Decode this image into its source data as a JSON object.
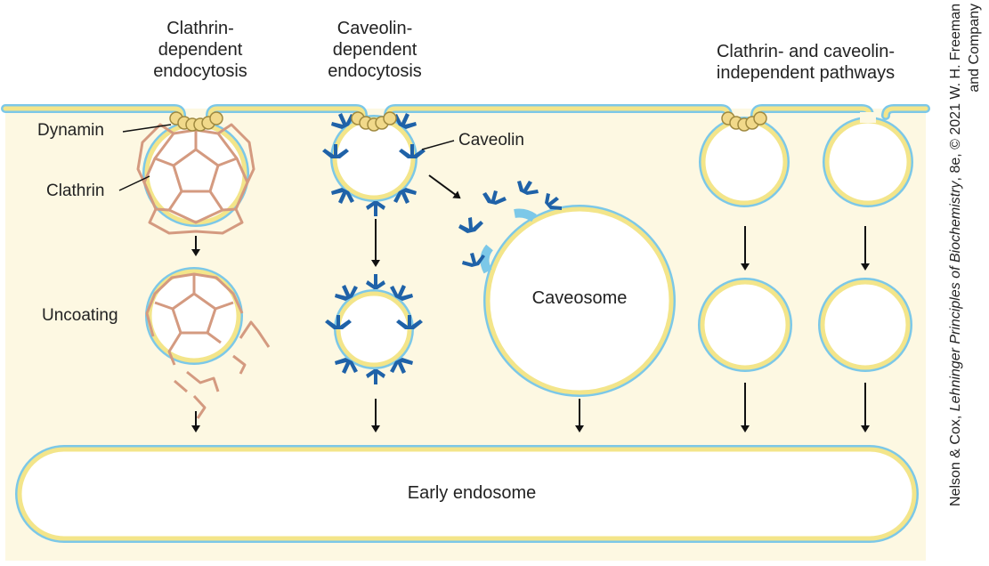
{
  "headers": {
    "clathrin_dependent": [
      "Clathrin-",
      "dependent",
      "endocytosis"
    ],
    "caveolin_dependent": [
      "Caveolin-",
      "dependent",
      "endocytosis"
    ],
    "independent": [
      "Clathrin- and caveolin-",
      "independent pathways"
    ]
  },
  "labels": {
    "dynamin": "Dynamin",
    "clathrin": "Clathrin",
    "uncoating": "Uncoating",
    "caveolin": "Caveolin",
    "caveosome": "Caveosome",
    "early_endosome": "Early endosome"
  },
  "credit": {
    "line1_prefix": "Nelson & Cox, ",
    "line1_book": "Lehninger Principles of Biochemistry",
    "line1_suffix": ", 8e, © 2021 W. H. Freeman",
    "line2": "and Company"
  },
  "colors": {
    "cytoplasm": "#fdf8e2",
    "membrane_outer": "#7cc8e8",
    "membrane_inner": "#f3e58a",
    "clathrin": "#d49a80",
    "caveolin": "#1f62a8",
    "dynamin": "#f1d98a",
    "arrow": "#111111"
  }
}
